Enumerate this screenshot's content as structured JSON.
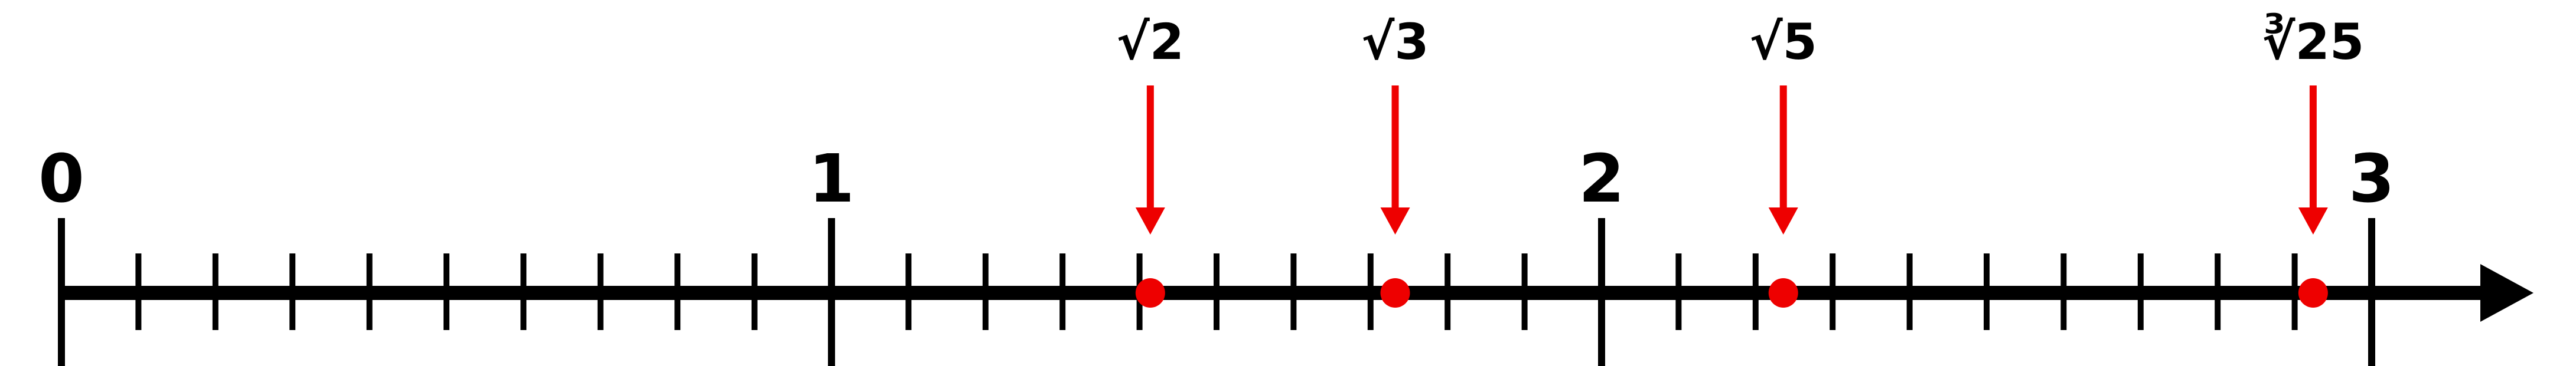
{
  "number_line": {
    "min": 0,
    "max": 3,
    "minor_ticks_per_unit": 10,
    "major_labels": [
      "0",
      "1",
      "2",
      "3"
    ],
    "axis_color": "#000000",
    "arrowhead": "right-arrow"
  },
  "markers": [
    {
      "label": "√2",
      "value": 1.414
    },
    {
      "label": "√3",
      "value": 1.732
    },
    {
      "label": "√5",
      "value": 2.236
    },
    {
      "label": "∛25",
      "value": 2.924
    }
  ],
  "marker_color": "#ee0000"
}
